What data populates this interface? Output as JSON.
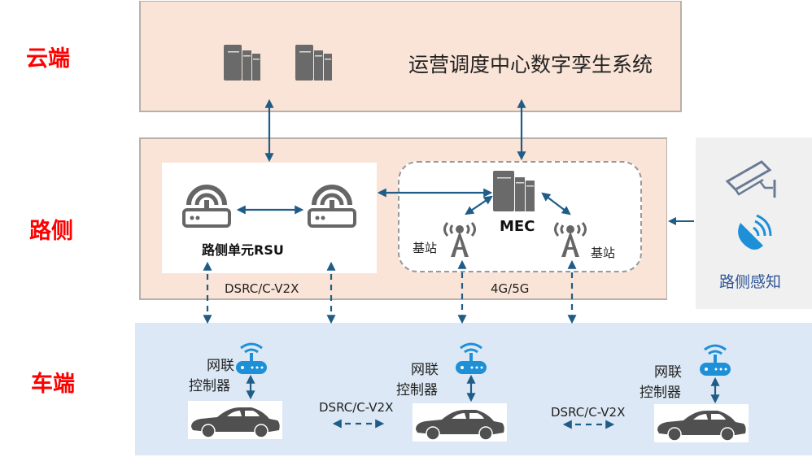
{
  "tiers": {
    "cloud": "云端",
    "roadside": "路侧",
    "vehicle": "车端"
  },
  "cloud": {
    "title": "运营调度中心数字孪生系统",
    "icons": [
      "server-icon",
      "server-icon"
    ]
  },
  "roadside": {
    "rsu_label": "路侧单元RSU",
    "rsu_icons": [
      "rsu-router-icon",
      "rsu-router-icon"
    ],
    "mec_label": "MEC",
    "base_station_left": "基站",
    "base_station_right": "基站",
    "link_rsu": "DSRC/C-V2X",
    "link_mec": "4G/5G"
  },
  "sensing": {
    "label": "路侧感知",
    "icons": [
      "camera-icon",
      "radar-icon"
    ]
  },
  "vehicle": {
    "controllers": [
      {
        "line1": "网联",
        "line2": "控制器"
      },
      {
        "line1": "网联",
        "line2": "控制器"
      },
      {
        "line1": "网联",
        "line2": "控制器"
      }
    ],
    "v2v_links": [
      "DSRC/C-V2X",
      "DSRC/C-V2X"
    ]
  },
  "colors": {
    "tier_label": "#ff0000",
    "panel_fill": "#fae4d7",
    "vehicle_fill": "#dce8f5",
    "sensing_fill": "#f0f0f0",
    "arrow": "#1f5d87",
    "icon_gray": "#666666",
    "icon_blue": "#1e90d8",
    "sense_text": "#2f5597"
  }
}
